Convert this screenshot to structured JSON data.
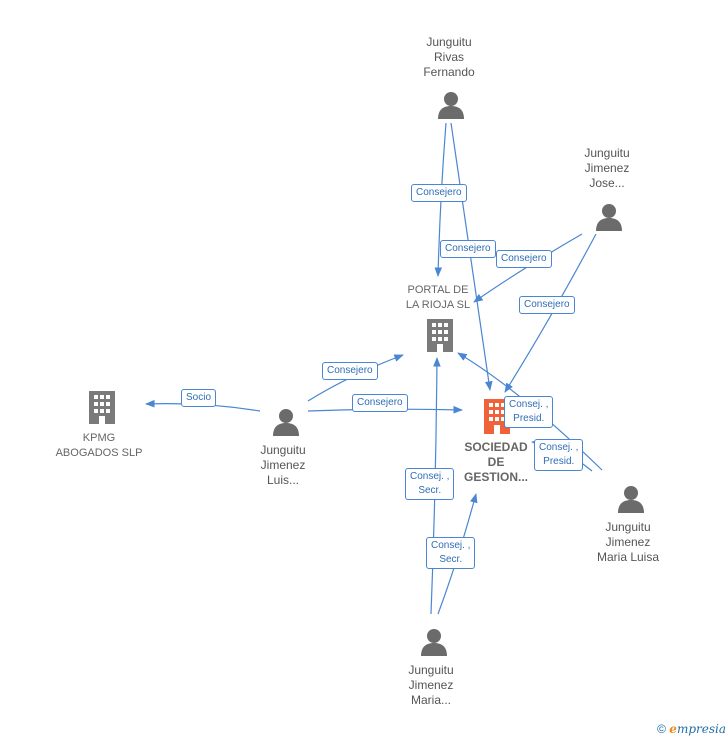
{
  "nodes": {
    "junguitu_rivas_fernando": {
      "lines": [
        "Junguitu",
        "Rivas",
        "Fernando"
      ],
      "type": "person"
    },
    "junguitu_jimenez_jose": {
      "lines": [
        "Junguitu",
        "Jimenez",
        "Jose..."
      ],
      "type": "person"
    },
    "portal_de_la_rioja": {
      "lines": [
        "PORTAL DE",
        "LA RIOJA  SL"
      ],
      "type": "company"
    },
    "kpmg_abogados": {
      "lines": [
        "KPMG",
        "ABOGADOS  SLP"
      ],
      "type": "company"
    },
    "junguitu_jimenez_luis": {
      "lines": [
        "Junguitu",
        "Jimenez",
        "Luis..."
      ],
      "type": "person"
    },
    "sociedad_de_gestion": {
      "lines": [
        "SOCIEDAD",
        "DE",
        "GESTION..."
      ],
      "type": "company-highlight"
    },
    "junguitu_jimenez_maria_luisa": {
      "lines": [
        "Junguitu",
        "Jimenez",
        "Maria Luisa"
      ],
      "type": "person"
    },
    "junguitu_jimenez_maria": {
      "lines": [
        "Junguitu",
        "Jimenez",
        "Maria..."
      ],
      "type": "person"
    }
  },
  "edges": [
    {
      "id": "e1",
      "from": "junguitu_rivas_fernando",
      "to": "portal_de_la_rioja",
      "label": [
        "Consejero"
      ]
    },
    {
      "id": "e2",
      "from": "junguitu_rivas_fernando",
      "to": "sociedad_de_gestion",
      "label": [
        "Consejero"
      ]
    },
    {
      "id": "e3",
      "from": "junguitu_jimenez_jose",
      "to": "portal_de_la_rioja",
      "label": [
        "Consejero"
      ]
    },
    {
      "id": "e4",
      "from": "junguitu_jimenez_jose",
      "to": "sociedad_de_gestion",
      "label": [
        "Consejero"
      ]
    },
    {
      "id": "e5",
      "from": "junguitu_jimenez_luis",
      "to": "kpmg_abogados",
      "label": [
        "Socio"
      ]
    },
    {
      "id": "e6",
      "from": "junguitu_jimenez_luis",
      "to": "portal_de_la_rioja",
      "label": [
        "Consejero"
      ]
    },
    {
      "id": "e7",
      "from": "junguitu_jimenez_luis",
      "to": "sociedad_de_gestion",
      "label": [
        "Consejero"
      ]
    },
    {
      "id": "e8",
      "from": "junguitu_jimenez_maria_luisa",
      "to": "portal_de_la_rioja",
      "label": [
        "Consej. ,",
        "Presid."
      ]
    },
    {
      "id": "e9",
      "from": "junguitu_jimenez_maria_luisa",
      "to": "sociedad_de_gestion",
      "label": [
        "Consej. ,",
        "Presid."
      ]
    },
    {
      "id": "e10",
      "from": "junguitu_jimenez_maria",
      "to": "portal_de_la_rioja",
      "label": [
        "Consej. ,",
        "Secr."
      ]
    },
    {
      "id": "e11",
      "from": "junguitu_jimenez_maria",
      "to": "sociedad_de_gestion",
      "label": [
        "Consej. ,",
        "Secr."
      ]
    }
  ],
  "colors": {
    "edge": "#4a86d1",
    "person_icon": "#6b6b6b",
    "company_icon": "#7a7a7a",
    "highlight_icon": "#f0623a"
  },
  "footer": {
    "copyright_symbol": "©",
    "brand_first": "e",
    "brand_rest": "mpresia"
  }
}
